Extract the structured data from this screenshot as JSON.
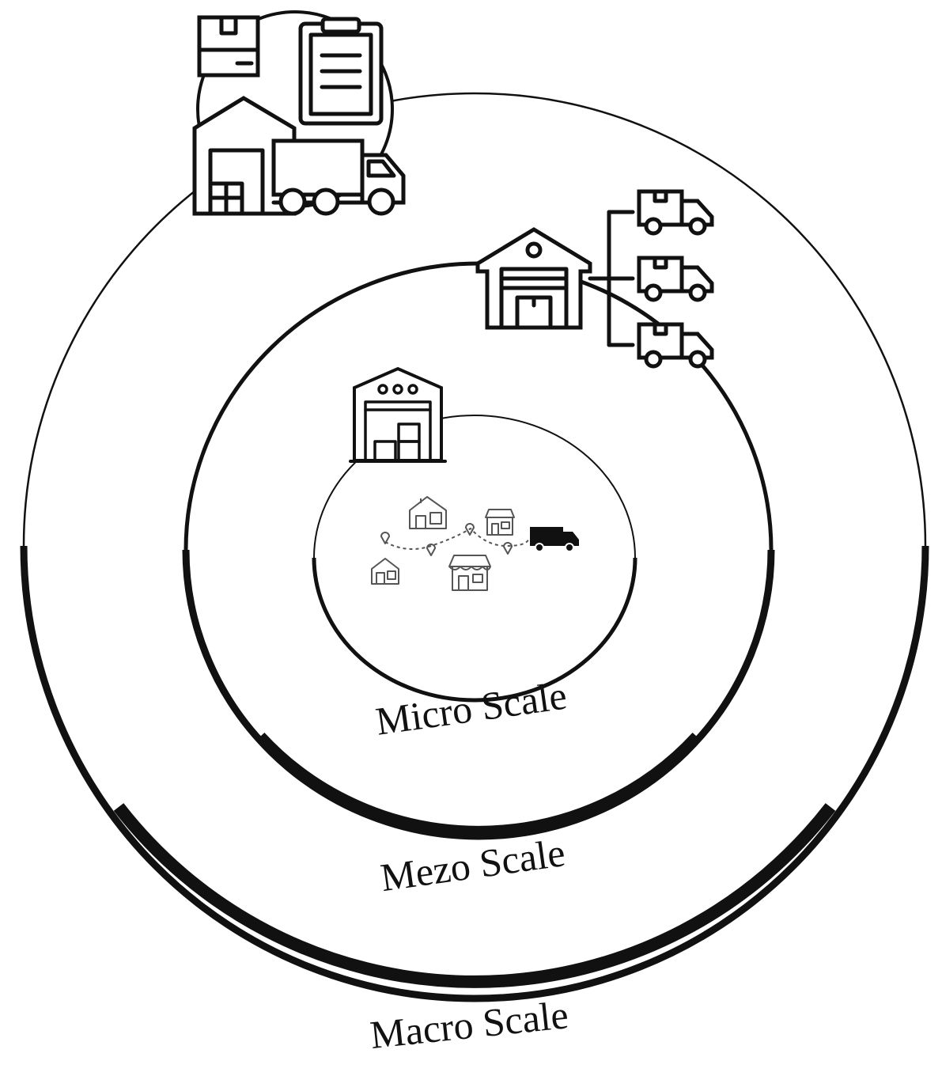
{
  "diagram": {
    "rings": [
      {
        "name": "macro",
        "label": "Macro Scale"
      },
      {
        "name": "mezo",
        "label": "Mezo Scale"
      },
      {
        "name": "micro",
        "label": "Micro Scale"
      }
    ],
    "icons": {
      "macro": "logistics-hub-icon",
      "mezo": "distribution-warehouse-icon",
      "micro": "local-warehouse-icon",
      "center": "last-mile-delivery-route-icon"
    },
    "colors": {
      "line": "#111111",
      "background": "#ffffff",
      "route": "#555555"
    }
  }
}
